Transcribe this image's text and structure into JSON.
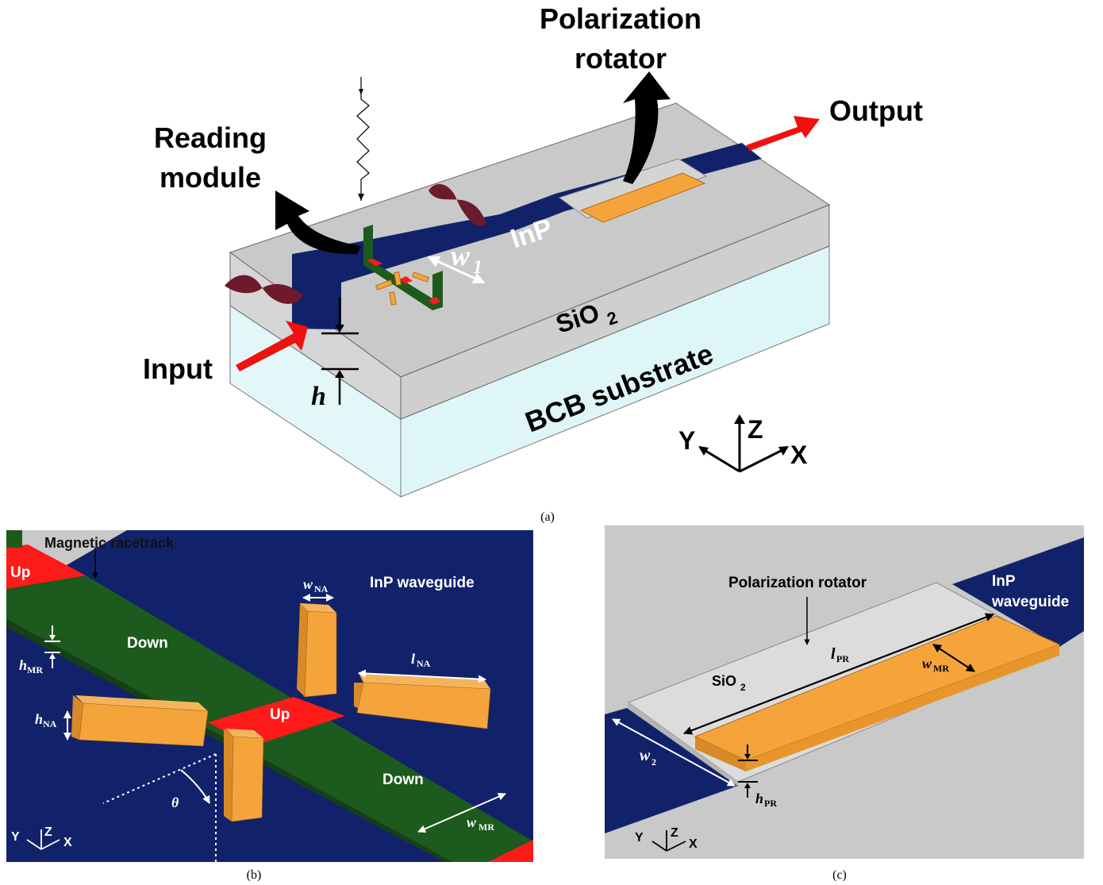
{
  "panel_a": {
    "caption": "(a)",
    "labels": {
      "polarization_rotator_line1": "Polarization",
      "polarization_rotator_line2": "rotator",
      "output": "Output",
      "reading_module_line1": "Reading",
      "reading_module_line2": "module",
      "input": "Input",
      "inp": "InP",
      "sio2_base": "SiO",
      "sio2_sub": "2",
      "bcb": "BCB substrate",
      "w1_base": "w",
      "w1_sub": "1",
      "h": "h"
    },
    "axes": {
      "y": "Y",
      "z": "Z",
      "x": "X"
    },
    "colors": {
      "inp": "#12226a",
      "sio2": "#c9c9c9",
      "bcb": "#dff6f8",
      "gold": "#f5a43c",
      "wave": "#6e1a2d",
      "racetrack_green": "#1d5a1d",
      "red": "#ff1a1a"
    }
  },
  "panel_b": {
    "caption": "(b)",
    "labels": {
      "magnetic_racetrack": "Magnetic racetrack",
      "inp_waveguide": "InP waveguide",
      "up_top": "Up",
      "up_mid": "Up",
      "down_top": "Down",
      "down_bottom": "Down",
      "w_na_base": "w",
      "w_na_sub": "NA",
      "l_na_base": "l",
      "l_na_sub": "NA",
      "h_mr_base": "h",
      "h_mr_sub": "MR",
      "h_na_base": "h",
      "h_na_sub": "NA",
      "theta": "θ",
      "w_mr_base": "w",
      "w_mr_sub": "MR"
    },
    "axes": {
      "y": "Y",
      "z": "Z",
      "x": "X"
    }
  },
  "panel_c": {
    "caption": "(c)",
    "labels": {
      "polarization_rotator": "Polarization rotator",
      "inp_line1": "InP",
      "inp_line2": "waveguide",
      "sio2_base": "SiO",
      "sio2_sub": "2",
      "l_pr_base": "l",
      "l_pr_sub": "PR",
      "w_mr_base": "w",
      "w_mr_sub": "MR",
      "w2_base": "w",
      "w2_sub": "2",
      "h_pr_base": "h",
      "h_pr_sub": "PR"
    },
    "axes": {
      "y": "Y",
      "z": "Z",
      "x": "X"
    }
  }
}
